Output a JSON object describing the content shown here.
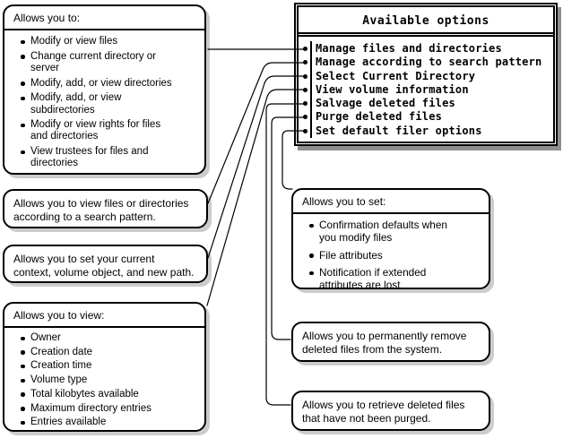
{
  "menu": {
    "title": "Available options",
    "items": [
      {
        "label": "Manage files and directories"
      },
      {
        "label": "Manage according to search pattern"
      },
      {
        "label": "Select Current Directory"
      },
      {
        "label": "View volume information"
      },
      {
        "label": "Salvage deleted files"
      },
      {
        "label": "Purge deleted files"
      },
      {
        "label": "Set default filer options"
      }
    ]
  },
  "callouts": [
    {
      "for_option": "Manage files and directories",
      "heading": "Allows you to:",
      "bullets": [
        "Modify or view files",
        "Change current directory or\nserver",
        "Modify, add, or view directories",
        "Modify, add, or view\nsubdirectories",
        "Modify or view rights for files\nand directories",
        "View trustees for files and\ndirectories"
      ]
    },
    {
      "for_option": "Manage according to search pattern",
      "text": "Allows you to view files or directories\naccording to a search pattern."
    },
    {
      "for_option": "Select Current Directory",
      "text": "Allows you to set your current\ncontext, volume object, and new path."
    },
    {
      "for_option": "View volume information",
      "heading": "Allows you to view:",
      "bullets": [
        "Owner",
        "Creation date",
        "Creation time",
        "Volume type",
        "Total kilobytes available",
        "Maximum directory entries",
        "Entries available"
      ]
    },
    {
      "for_option": "Set default filer options",
      "heading": "Allows you to set:",
      "bullets": [
        "Confirmation defaults when\nyou modify files",
        "File attributes",
        "Notification if extended\nattributes are lost"
      ]
    },
    {
      "for_option": "Purge deleted files",
      "text": "Allows you to permanently remove\ndeleted files from the system."
    },
    {
      "for_option": "Salvage deleted files",
      "text": "Allows you to retrieve deleted files\nthat have not been purged."
    }
  ],
  "colors": {
    "background": "#ffffff",
    "text": "#000000",
    "box_border": "#000000",
    "connector_line": "#000000",
    "callout_shadow": "#cccccc",
    "menu_shadow": "#8f8f8f"
  }
}
